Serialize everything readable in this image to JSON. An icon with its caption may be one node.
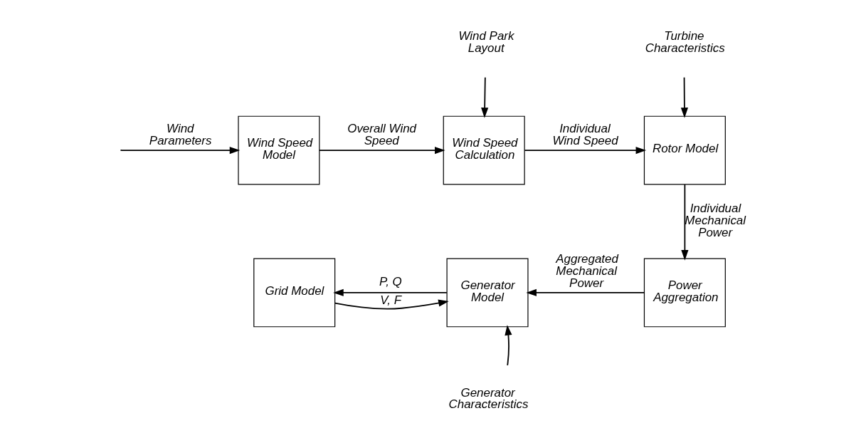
{
  "diagram": {
    "nodes": [
      {
        "text": [
          "Wind Park Layout"
        ]
      },
      {
        "text": [
          "Turbine Characteristics"
        ]
      },
      {
        "text": [
          "Wind Speed Model"
        ]
      },
      {
        "text": [
          "Wind Speed Calculation"
        ]
      },
      {
        "text": [
          "Rotor Model"
        ]
      },
      {
        "text": [
          "Grid Model"
        ]
      },
      {
        "text": [
          "Generator Model"
        ]
      },
      {
        "text": [
          "Power Aggregation"
        ]
      },
      {
        "text": [
          "Generator Characteristics"
        ]
      }
    ],
    "edges": [
      {
        "from": null,
        "to": 2,
        "arrow": "to",
        "label": "Wind Parameters"
      },
      {
        "from": 2,
        "to": 3,
        "arrow": "to",
        "label": "Overall Wind Speed"
      },
      {
        "from": 0,
        "to": 3,
        "arrow": "to"
      },
      {
        "from": 3,
        "to": 4,
        "arrow": "to",
        "label": "Individual Wind Speed"
      },
      {
        "from": 1,
        "to": 4,
        "arrow": "to"
      },
      {
        "from": 4,
        "to": 7,
        "arrow": "to",
        "label": "Individual Mechanical Power"
      },
      {
        "from": 7,
        "to": 6,
        "arrow": "to",
        "label": "Aggregated Mechanical Power"
      },
      {
        "from": 6,
        "to": 5,
        "arrow": "to",
        "label": "P, Q"
      },
      {
        "from": 5,
        "to": 6,
        "arrow": "to",
        "label": "V, F"
      },
      {
        "from": 8,
        "to": 6,
        "arrow": "to"
      }
    ]
  }
}
